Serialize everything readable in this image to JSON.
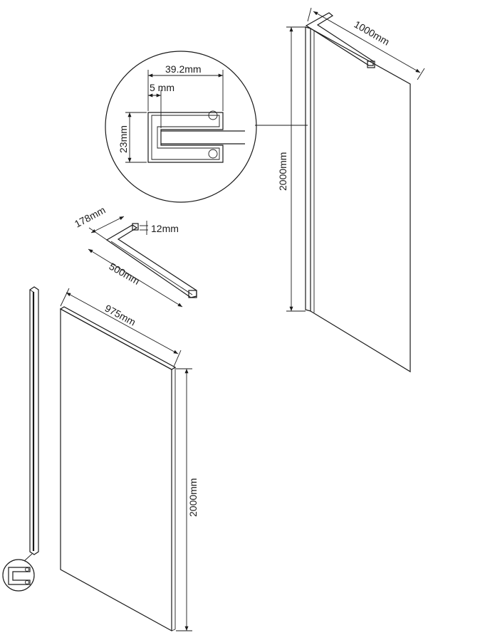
{
  "detail": {
    "profile_width": "39.2mm",
    "lip": "5 mm",
    "profile_height": "23mm"
  },
  "panel_installed": {
    "width": "1000mm",
    "height": "2000mm"
  },
  "support_arm": {
    "depth": "178mm",
    "thickness": "12mm",
    "length": "500mm"
  },
  "glass_panel": {
    "width": "975mm",
    "height": "2000mm"
  }
}
